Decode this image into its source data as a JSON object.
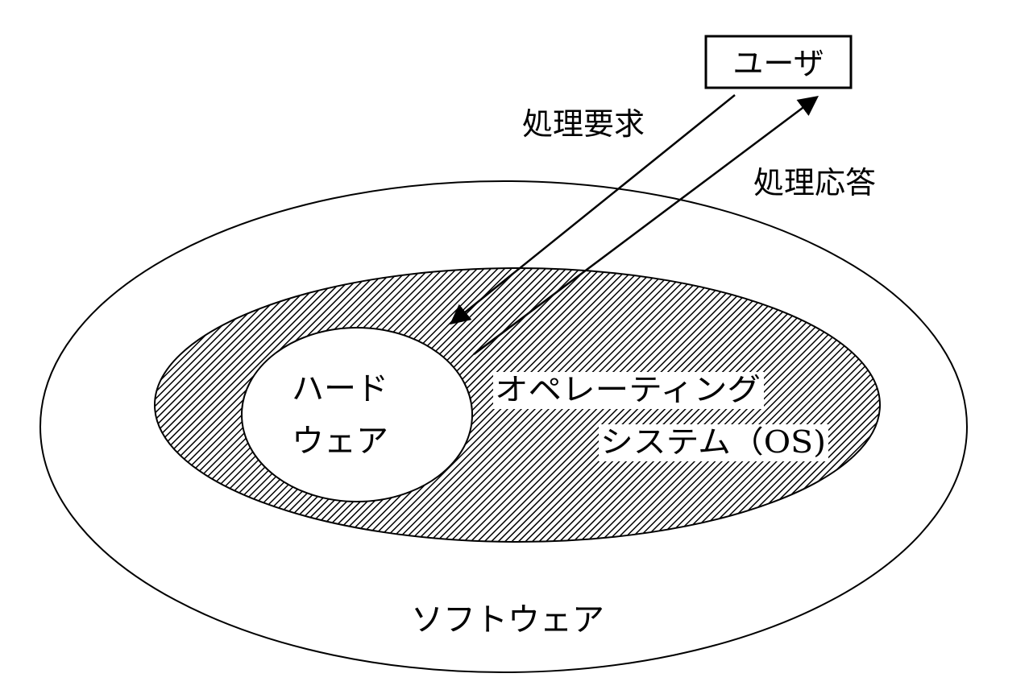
{
  "diagram": {
    "user_label": "ユーザ",
    "request_label": "処理要求",
    "response_label": "処理応答",
    "hardware_label_line1": "ハード",
    "hardware_label_line2": "ウェア",
    "os_label_line1": "オペレーティング",
    "os_label_line2": "システム（OS)",
    "software_label": "ソフトウェア"
  },
  "colors": {
    "stroke": "#000000",
    "background": "#ffffff",
    "hatch": "#000000"
  }
}
